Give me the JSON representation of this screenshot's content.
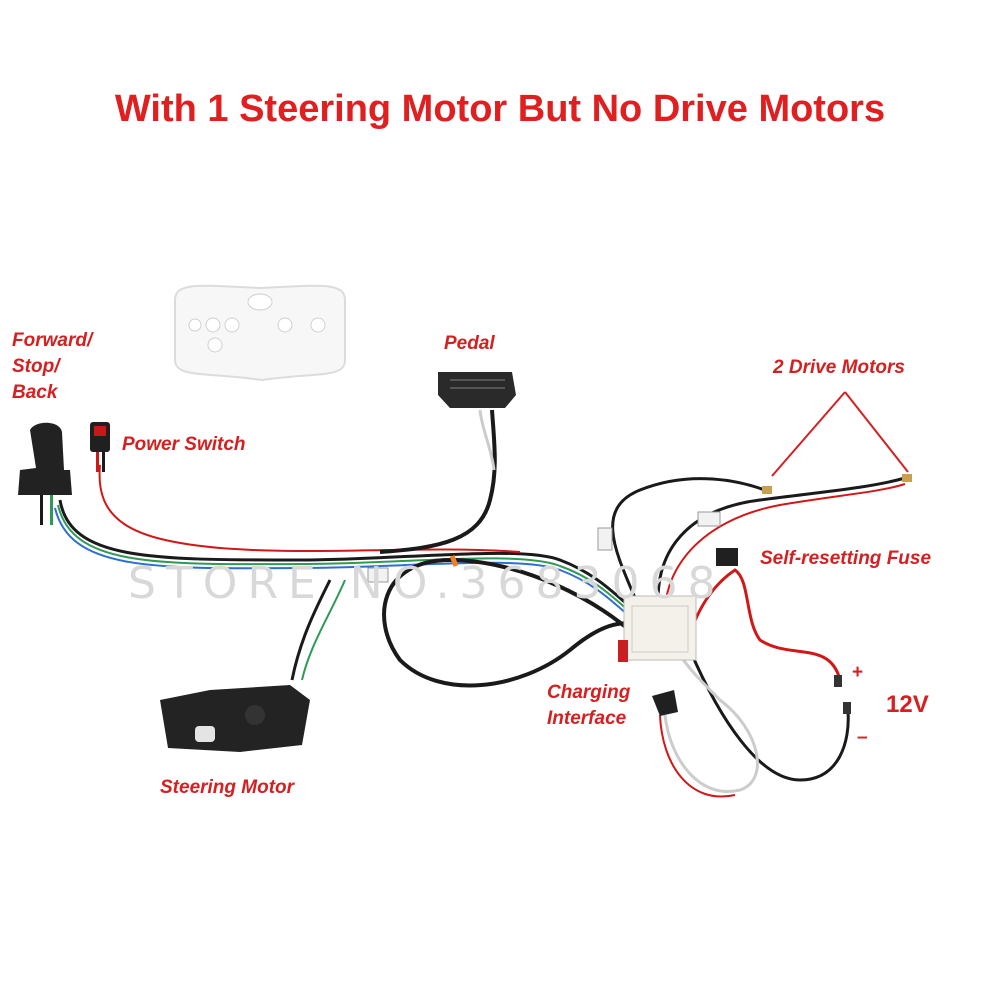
{
  "title": "With 1 Steering Motor But No Drive Motors",
  "watermark": "STORE NO.3683068",
  "labels": {
    "forward_stop_back": "Forward/\nStop/\nBack",
    "power_switch": "Power Switch",
    "pedal": "Pedal",
    "drive_motors": "2 Drive Motors",
    "self_resetting_fuse": "Self-resetting Fuse",
    "charging_interface": "Charging\nInterface",
    "steering_motor": "Steering Motor",
    "voltage": "12V",
    "positive": "+",
    "negative": "–"
  },
  "colors": {
    "title": "#e02020",
    "label": "#d42020",
    "wire_black": "#1a1a1a",
    "wire_red": "#d01818",
    "wire_green": "#2e9a55",
    "wire_blue": "#2f6fd0",
    "wire_white": "#cccccc",
    "controller_body": "#f4f0ea",
    "watermark": "#d8d8d8"
  }
}
